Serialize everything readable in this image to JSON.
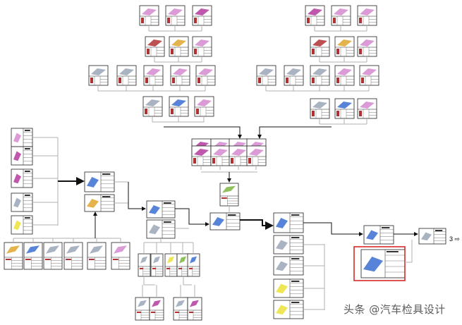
{
  "page": {
    "label": "3"
  },
  "watermark": {
    "text": "头条 @汽车检具设计"
  },
  "colors": {
    "line": "#b0b0b0",
    "arrow": "#111111",
    "card_border": "#222222",
    "highlight": "#d42a2a",
    "part_magenta": "#b4399f",
    "part_pink": "#d58ad0",
    "part_blue": "#3a6fd1",
    "part_orange": "#e0a62c",
    "part_yellow": "#ece23a",
    "part_grey": "#9aa6b6",
    "part_red": "#b13232",
    "part_green": "#7ab53e"
  },
  "highlighted_node": "sub-assembly-red-box"
}
